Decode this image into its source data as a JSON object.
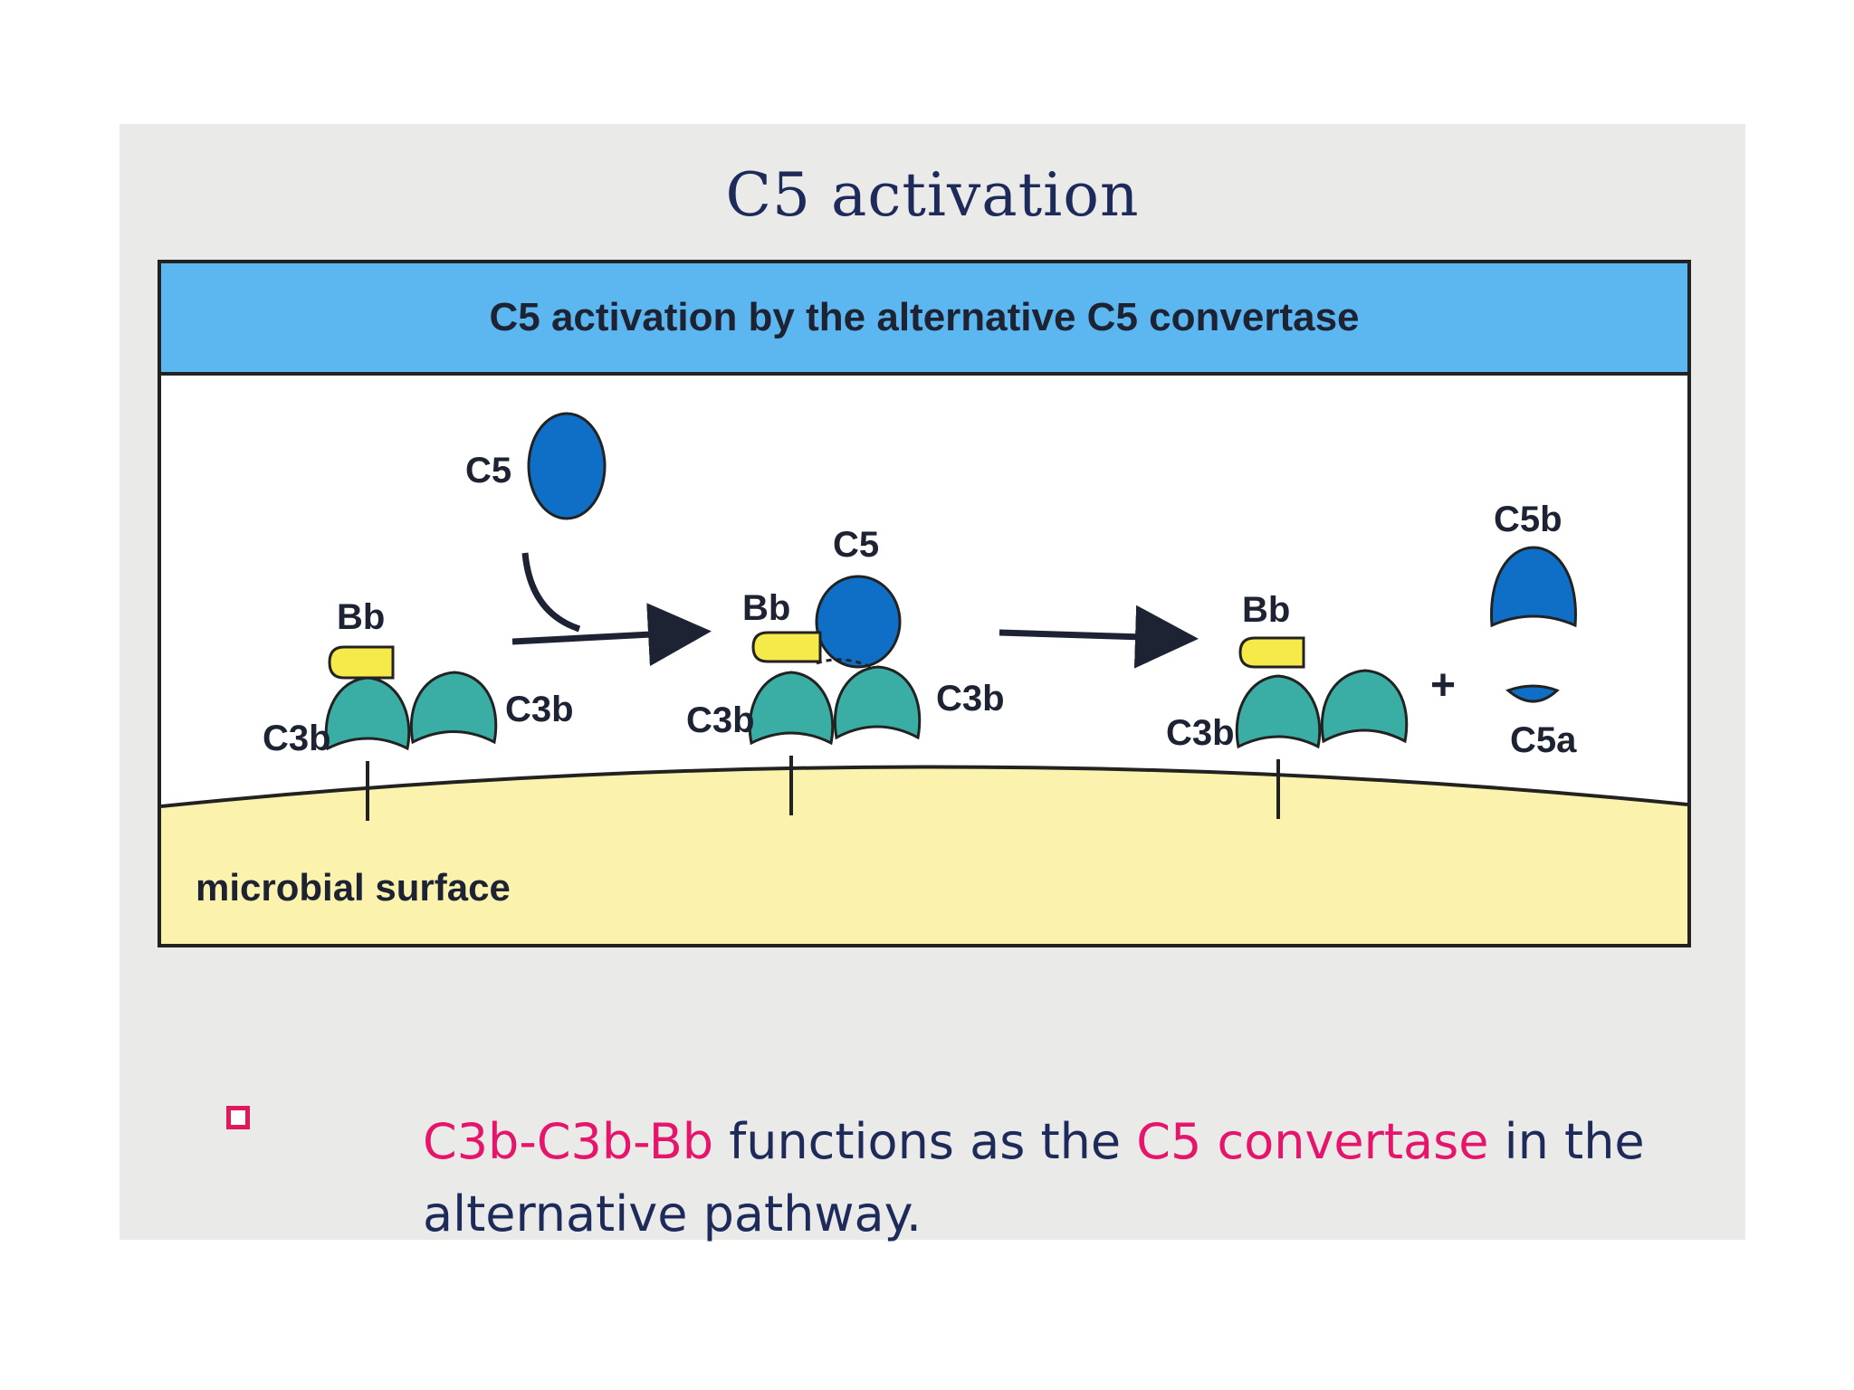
{
  "slide": {
    "title": "C5 activation"
  },
  "figure": {
    "header": "C5 activation by the alternative C5 convertase",
    "surface_label": "microbial surface",
    "colors": {
      "header_bg": "#5cb6ef",
      "surface": "#fbf3ad",
      "c3b": "#3aaea5",
      "bb": "#f5ea4a",
      "c5": "#0f6fc6"
    },
    "stage1": {
      "c5": "C5",
      "bb": "Bb",
      "c3b_left": "C3b",
      "c3b_right": "C3b"
    },
    "stage2": {
      "c5": "C5",
      "bb": "Bb",
      "c3b_left": "C3b",
      "c3b_right": "C3b"
    },
    "stage3": {
      "bb": "Bb",
      "c3b_left": "C3b",
      "plus": "+",
      "c5b": "C5b",
      "c5a": "C5a"
    }
  },
  "caption": {
    "part1": "C3b-C3b-Bb",
    "part2": " functions as the ",
    "part3": "C5 convertase",
    "part4": " in the",
    "line2": "alternative pathway."
  }
}
